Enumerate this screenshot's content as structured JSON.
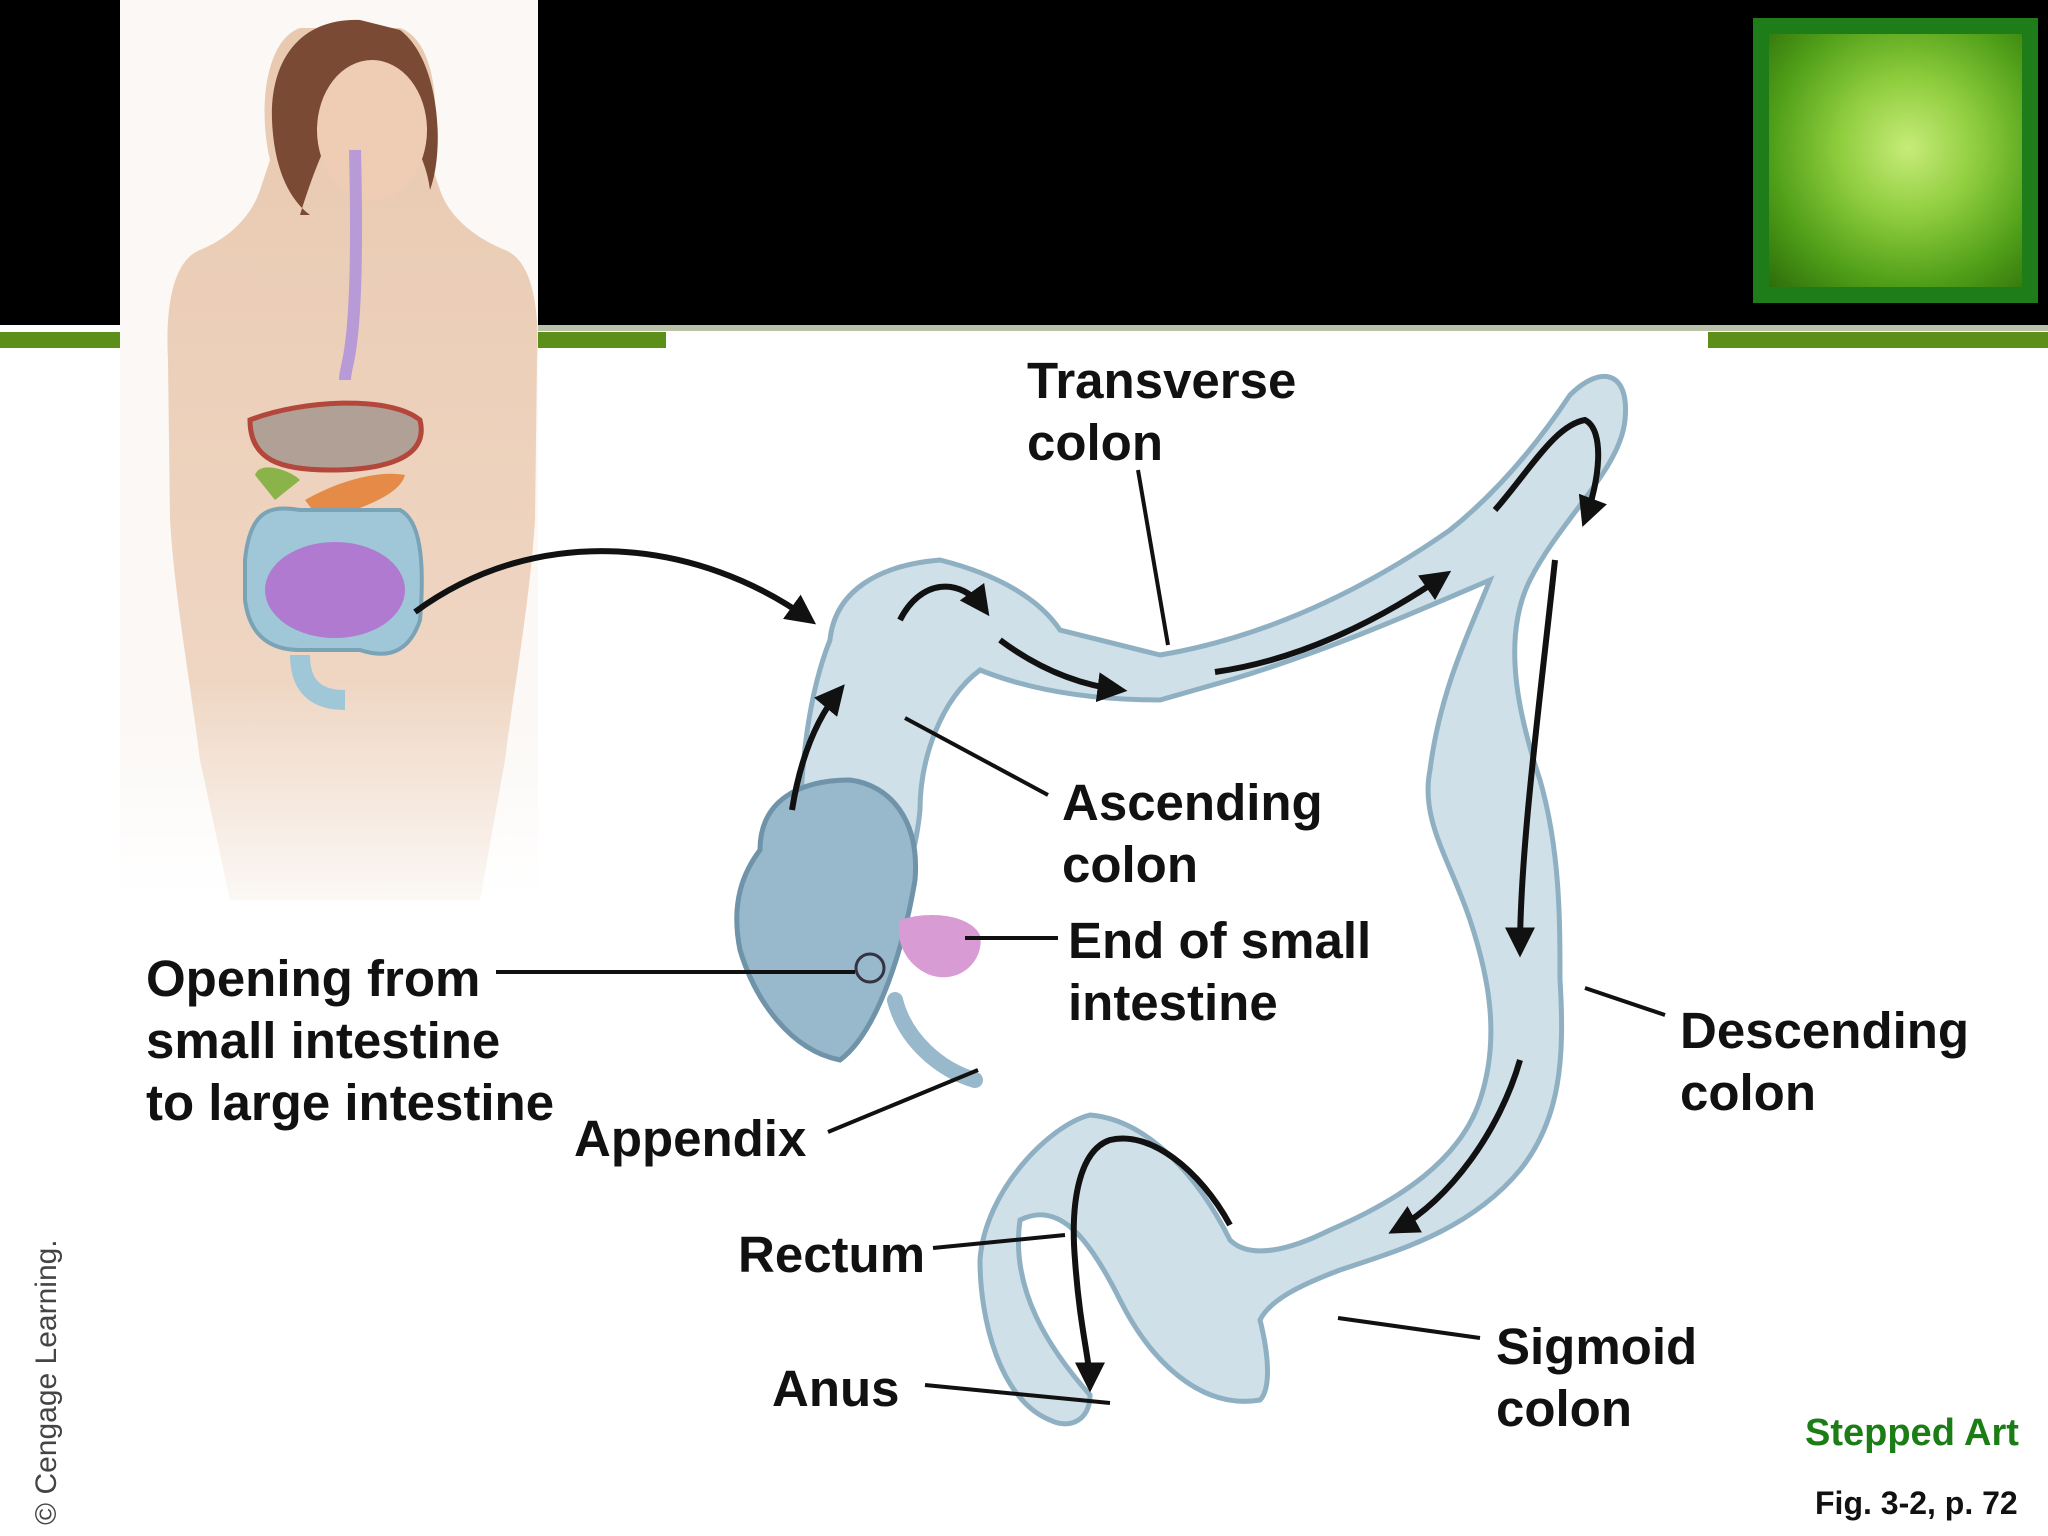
{
  "labels": {
    "transverse": [
      "Transverse",
      "colon"
    ],
    "ascending": [
      "Ascending",
      "colon"
    ],
    "end_small": [
      "End of small",
      "intestine"
    ],
    "opening": [
      "Opening from",
      "small intestine",
      "to large intestine"
    ],
    "descending": [
      "Descending",
      "colon"
    ],
    "appendix": "Appendix",
    "rectum": "Rectum",
    "anus": "Anus",
    "sigmoid": [
      "Sigmoid",
      "colon"
    ]
  },
  "footer": {
    "stepped_art": "Stepped Art",
    "figure_ref": "Fig. 3-2, p. 72",
    "copyright": "© Cengage Learning."
  },
  "colors": {
    "slide_bar": "#000000",
    "accent_green": "#5c8f1a",
    "stepped_green": "#1c7d16",
    "colon_fill": "#cfe0e8",
    "colon_stroke": "#8fb0c2",
    "small_intestine": "#b07ad0",
    "appendix_pink": "#d89bd4"
  },
  "icons": {
    "thumbnail": "green-gallbladder-photo"
  }
}
